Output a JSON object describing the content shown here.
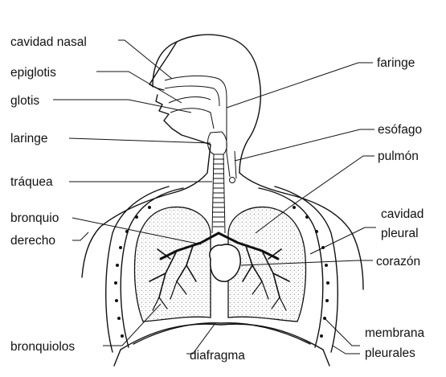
{
  "labels": {
    "cavidad_nasal": "cavidad nasal",
    "epiglotis": "epiglotis",
    "glotis": "glotis",
    "laringe": "laringe",
    "traquea": "tráquea",
    "bronquio_line1": "bronquio",
    "bronquio_line2": "derecho",
    "bronquiolos": "bronquiolos",
    "diafragma": "diafragma",
    "faringe": "faringe",
    "esofago": "esófago",
    "pulmon": "pulmón",
    "cavidad_pleural_line1": "cavidad",
    "cavidad_pleural_line2": "pleural",
    "corazon": "corazón",
    "membrana_line1": "membrana",
    "membrana_line2": "pleurales"
  }
}
